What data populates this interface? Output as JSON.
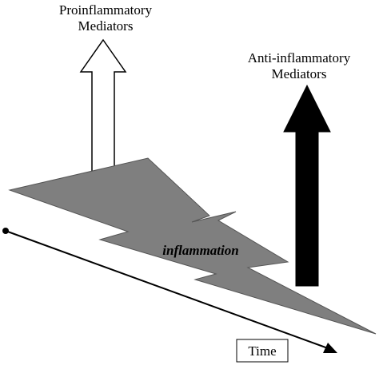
{
  "labels": {
    "pro_line1": "Proinflammatory",
    "pro_line2": "Mediators",
    "anti_line1": "Anti-inflammatory",
    "anti_line2": "Mediators",
    "inflammation": "inflammation",
    "time": "Time"
  },
  "colors": {
    "bolt_fill": "#7f7f7f",
    "pro_arrow_fill": "#ffffff",
    "anti_arrow_fill": "#000000",
    "stroke": "#000000"
  }
}
